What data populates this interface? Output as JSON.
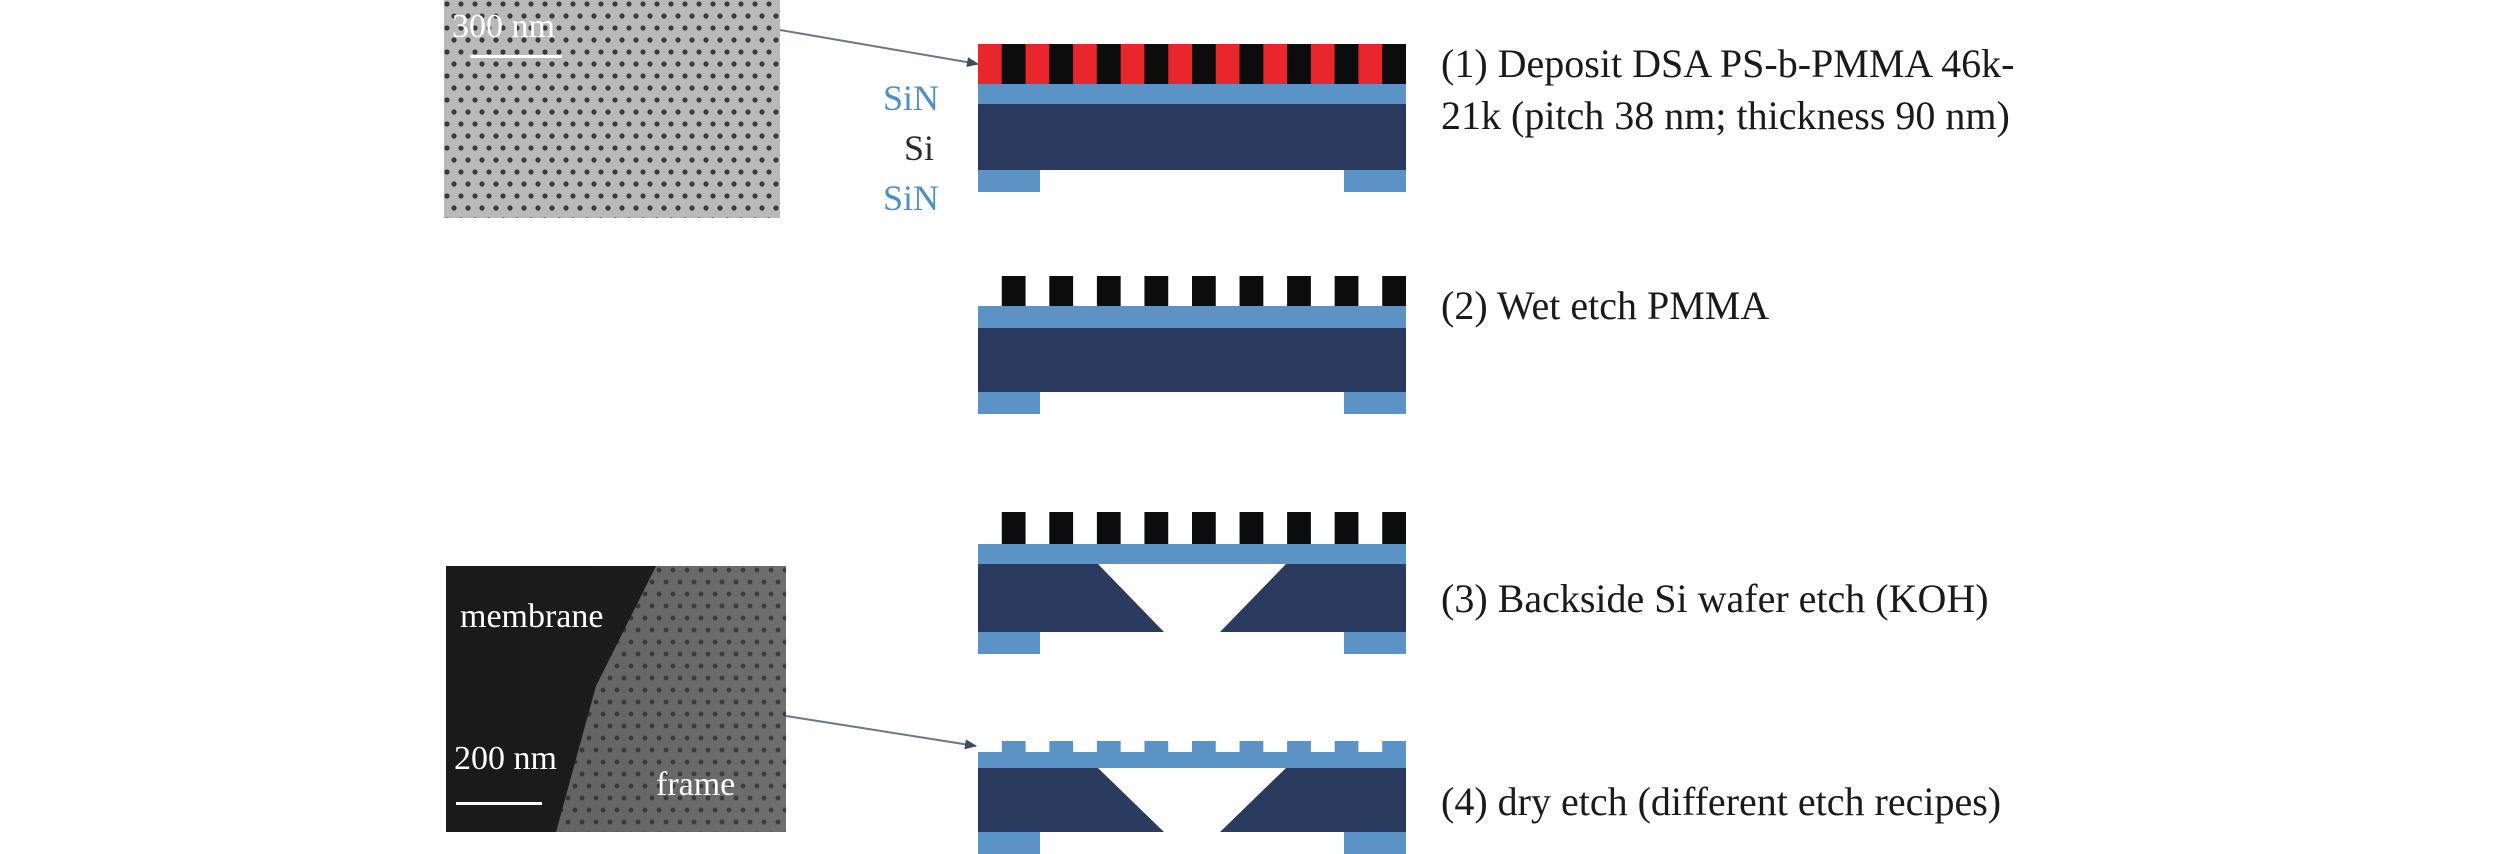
{
  "figure": {
    "steps": [
      {
        "label_line1": "(1) Deposit DSA PS-b-PMMA 46k-",
        "label_line2": "21k (pitch 38 nm; thickness 90 nm)"
      },
      {
        "label_line1": "(2) Wet etch PMMA"
      },
      {
        "label_line1": "(3) Backside Si wafer etch (KOH)"
      },
      {
        "label_line1": "(4) dry etch (different etch recipes)"
      }
    ],
    "layer_labels": {
      "top": "SiN",
      "middle": "Si",
      "bottom": "SiN"
    },
    "sem_top": {
      "scale": "300 nm"
    },
    "sem_bottom": {
      "scale": "200 nm",
      "region1": "membrane",
      "region2": "frame"
    },
    "colors": {
      "sin": "#5b93c7",
      "si": "#2b3a5f",
      "ps": "#0c0c0c",
      "pmma": "#e8262b",
      "arrow": "#6b7788",
      "sin_label": "#4f8fc6"
    }
  }
}
